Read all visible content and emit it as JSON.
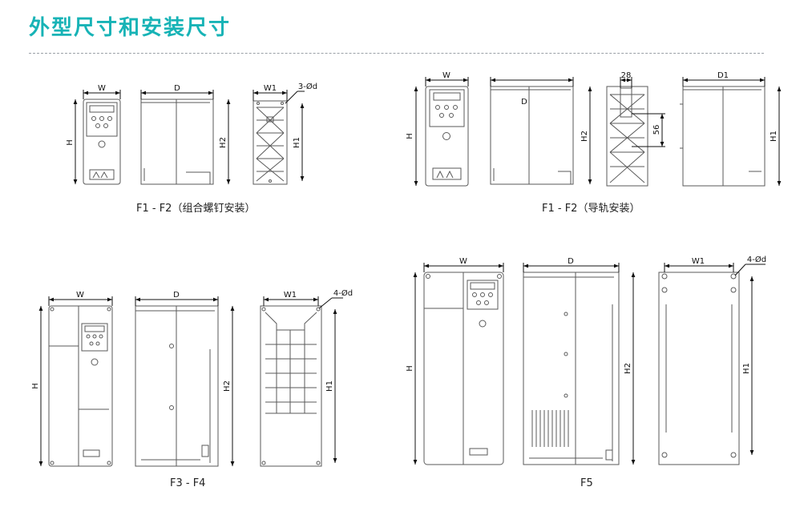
{
  "page": {
    "title": "外型尺寸和安装尺寸"
  },
  "captions": {
    "g1": "F1 - F2（组合螺钉安装）",
    "g2": "F1 - F2（导轨安装）",
    "g3": "F3 - F4",
    "g4": "F5"
  },
  "dims": {
    "w": "W",
    "d": "D",
    "d1": "D1",
    "w1": "W1",
    "h": "H",
    "h1": "H1",
    "h2": "H2",
    "hole3": "3-Ød",
    "hole4": "4-Ød",
    "rail28": "28",
    "rail56": "56"
  },
  "colors": {
    "accent": "#17b3b6",
    "line": "#5a5a5a",
    "dim": "#111111"
  }
}
